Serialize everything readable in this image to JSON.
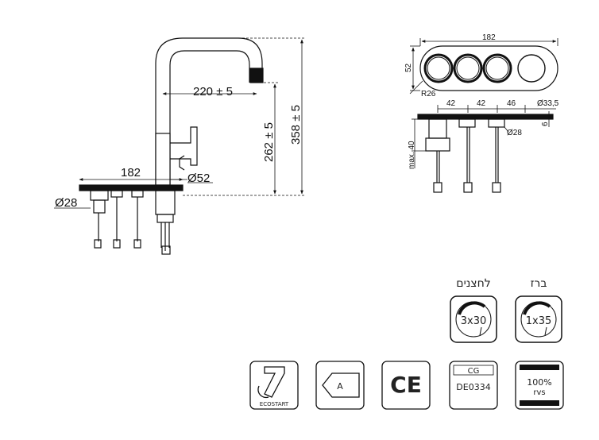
{
  "faucet": {
    "dims": {
      "reach": "220 ± 5",
      "spout_height": "262 ± 5",
      "total_height": "358 ± 5",
      "base_width": "182",
      "base_diameter": "Ø52",
      "hole_diameter": "Ø28"
    }
  },
  "plate": {
    "dims": {
      "width": "182",
      "height": "52",
      "radius": "R26",
      "spacing_1": "42",
      "spacing_2": "42",
      "spacing_3": "46",
      "knob_diameter": "Ø33,5",
      "thickness": "6",
      "hole_diameter": "Ø28",
      "max_depth": "max. 40"
    }
  },
  "rotation": {
    "buttons": {
      "heading": "לחצנים",
      "value": "3x30"
    },
    "tap": {
      "heading": "ברז",
      "value": "1x35"
    }
  },
  "certifications": {
    "ecostart": "ECOSTART",
    "energy_class": "A",
    "ce": "CE",
    "cg_mark": "CG",
    "cg_code": "DE0334",
    "material_percent": "100%",
    "material_code": "rvs"
  }
}
